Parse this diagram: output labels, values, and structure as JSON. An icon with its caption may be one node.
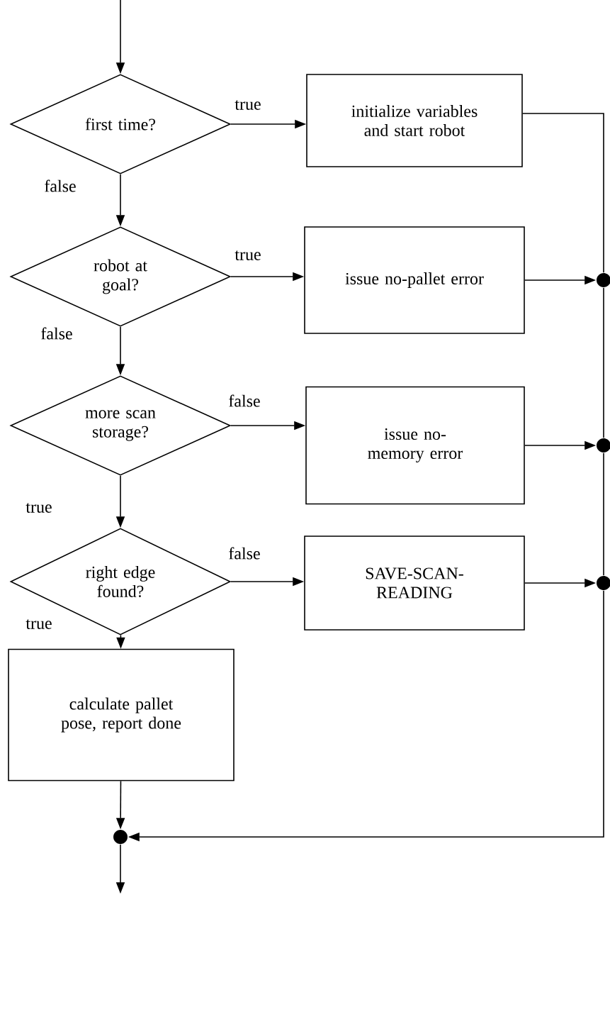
{
  "diagram": {
    "nodes": [
      {
        "text": [
          "first time?"
        ]
      },
      {
        "text": [
          "initialize variables and start robot"
        ]
      },
      {
        "text": [
          "robot at goal?"
        ]
      },
      {
        "text": [
          "issue no-pallet error"
        ]
      },
      {
        "text": [
          "more scan storage?"
        ]
      },
      {
        "text": [
          "issue no-memory error"
        ]
      },
      {
        "text": [
          "right edge found?"
        ]
      },
      {
        "text": [
          "SAVE-SCAN-READING"
        ]
      },
      {
        "text": [
          "calculate pallet pose, report done"
        ]
      },
      {
        "text": [],
        "shape": "circle"
      },
      {
        "text": [],
        "shape": "circle"
      },
      {
        "text": [],
        "shape": "circle"
      },
      {
        "text": [],
        "shape": "circle"
      }
    ],
    "edges": [
      {
        "from": null,
        "to": 0,
        "arrow": "to"
      },
      {
        "from": 0,
        "to": 1,
        "arrow": "to",
        "label": "true"
      },
      {
        "from": 0,
        "to": 2,
        "arrow": "to",
        "label": "false"
      },
      {
        "from": 2,
        "to": 3,
        "arrow": "to",
        "label": "true"
      },
      {
        "from": 2,
        "to": 4,
        "arrow": "to",
        "label": "false"
      },
      {
        "from": 4,
        "to": 5,
        "arrow": "to",
        "label": "false"
      },
      {
        "from": 4,
        "to": 6,
        "arrow": "to",
        "label": "true"
      },
      {
        "from": 6,
        "to": 7,
        "arrow": "to",
        "label": "false"
      },
      {
        "from": 6,
        "to": 8,
        "arrow": "to",
        "label": "true"
      },
      {
        "from": 8,
        "to": 9,
        "arrow": "to"
      },
      {
        "from": 9,
        "to": null,
        "arrow": "to"
      },
      {
        "from": 1,
        "to": 10,
        "arrow": "none"
      },
      {
        "from": 3,
        "to": 10,
        "arrow": "to"
      },
      {
        "from": 10,
        "to": 11,
        "arrow": "none"
      },
      {
        "from": 5,
        "to": 11,
        "arrow": "to"
      },
      {
        "from": 11,
        "to": 12,
        "arrow": "none"
      },
      {
        "from": 7,
        "to": 12,
        "arrow": "to"
      },
      {
        "from": 12,
        "to": 9,
        "arrow": "to"
      }
    ]
  }
}
